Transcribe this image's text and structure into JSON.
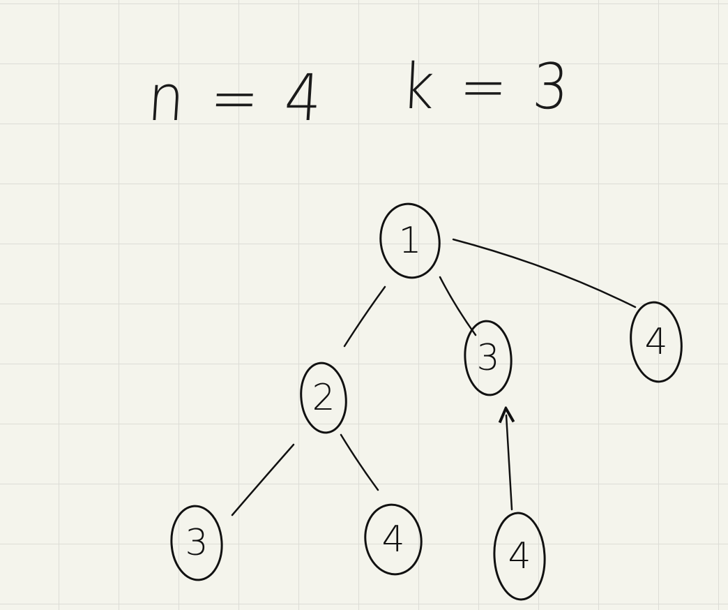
{
  "formulas": {
    "n": "n = 4",
    "k": "k = 3"
  },
  "tree": {
    "nodes": [
      {
        "id": "root",
        "label": "1"
      },
      {
        "id": "level1-left",
        "label": "2"
      },
      {
        "id": "level1-mid",
        "label": "3"
      },
      {
        "id": "level1-right",
        "label": "4"
      },
      {
        "id": "level2-left",
        "label": "3"
      },
      {
        "id": "level2-mid",
        "label": "4"
      },
      {
        "id": "level2-right",
        "label": "4"
      }
    ],
    "edges": [
      {
        "from": "root",
        "to": "level1-left"
      },
      {
        "from": "root",
        "to": "level1-mid"
      },
      {
        "from": "root",
        "to": "level1-right"
      },
      {
        "from": "level1-left",
        "to": "level2-left"
      },
      {
        "from": "level1-left",
        "to": "level2-mid"
      },
      {
        "from": "level2-right",
        "to": "level1-mid",
        "arrow": true
      }
    ]
  }
}
